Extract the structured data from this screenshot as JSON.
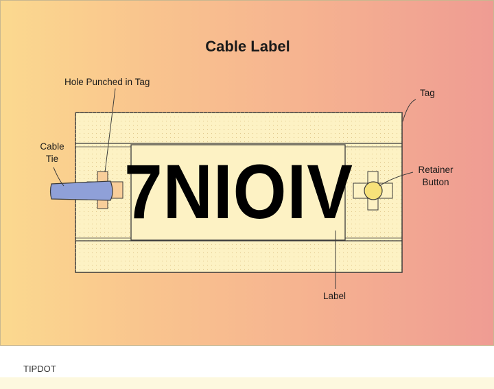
{
  "title": "Cable Label",
  "label_code": "7NIOIV",
  "callouts": {
    "hole": "Hole Punched in Tag",
    "tag": "Tag",
    "cable_tie_line1": "Cable",
    "cable_tie_line2": "Tie",
    "retainer_line1": "Retainer",
    "retainer_line2": "Button",
    "label": "Label"
  },
  "caption": "TIPDOT",
  "colors": {
    "tag_fill": "#fdf2c4",
    "cable_tie": "#8fa0d8",
    "button": "#f7e27a",
    "outline": "#3a3a3a"
  }
}
